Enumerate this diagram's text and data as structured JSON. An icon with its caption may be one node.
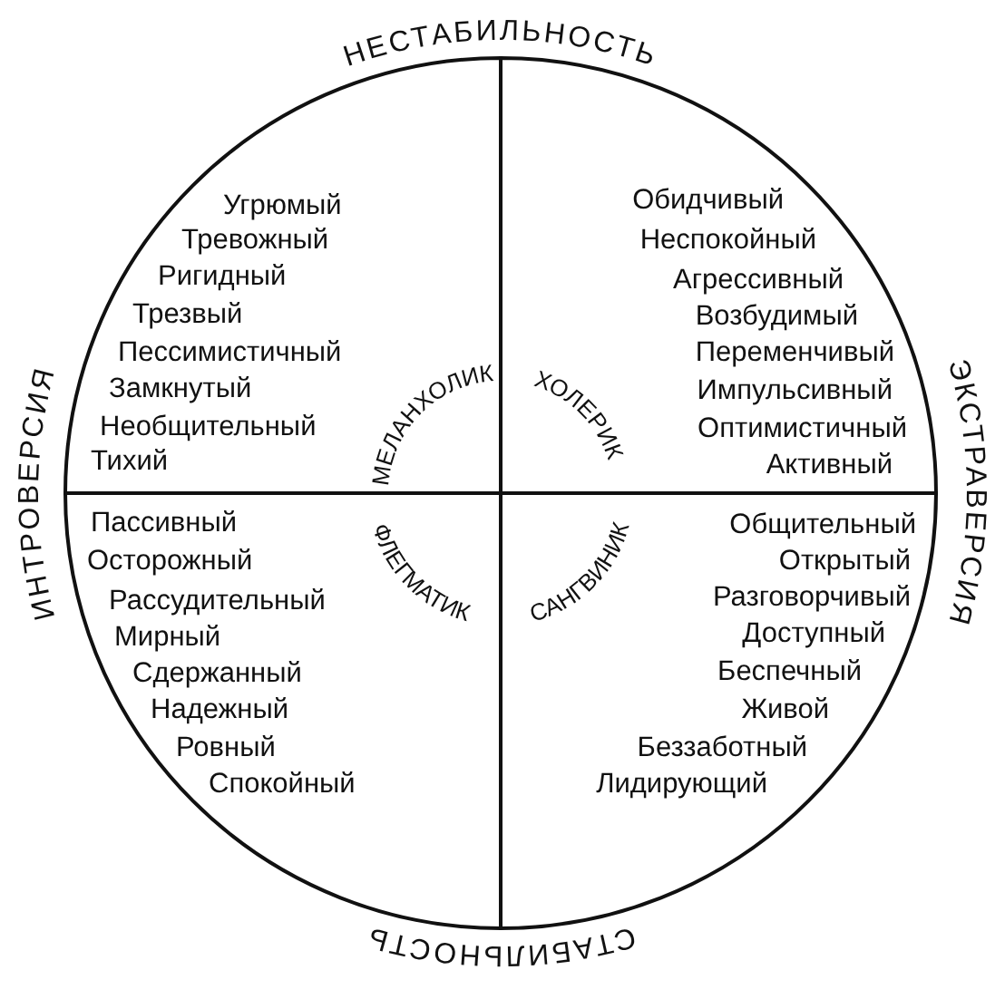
{
  "diagram": {
    "nodes": [
      {
        "text": [
          "МЕЛАНХОЛИК",
          "Угрюмый",
          "Тревожный",
          "Ригидный",
          "Трезвый",
          "Пессимистичный",
          "Замкнутый",
          "Необщительный",
          "Тихий"
        ]
      },
      {
        "text": [
          "ХОЛЕРИК",
          "Обидчивый",
          "Неспокойный",
          "Агрессивный",
          "Возбудимый",
          "Переменчивый",
          "Импульсивный",
          "Оптимистичный",
          "Активный"
        ]
      },
      {
        "text": [
          "ФЛЕГМАТИК",
          "Пассивный",
          "Осторожный",
          "Рассудительный",
          "Мирный",
          "Сдержанный",
          "Надежный",
          "Ровный",
          "Спокойный"
        ]
      },
      {
        "text": [
          "САНГВИНИК",
          "Общительный",
          "Открытый",
          "Разговорчивый",
          "Доступный",
          "Беспечный",
          "Живой",
          "Беззаботный",
          "Лидирующий"
        ]
      }
    ],
    "labels": [
      "НЕСТАБИЛЬНОСТЬ",
      "ИНТРОВЕРСИЯ",
      "ЭКСТРАВЕРСИЯ",
      "СТАБИЛЬНОСТЬ"
    ]
  }
}
